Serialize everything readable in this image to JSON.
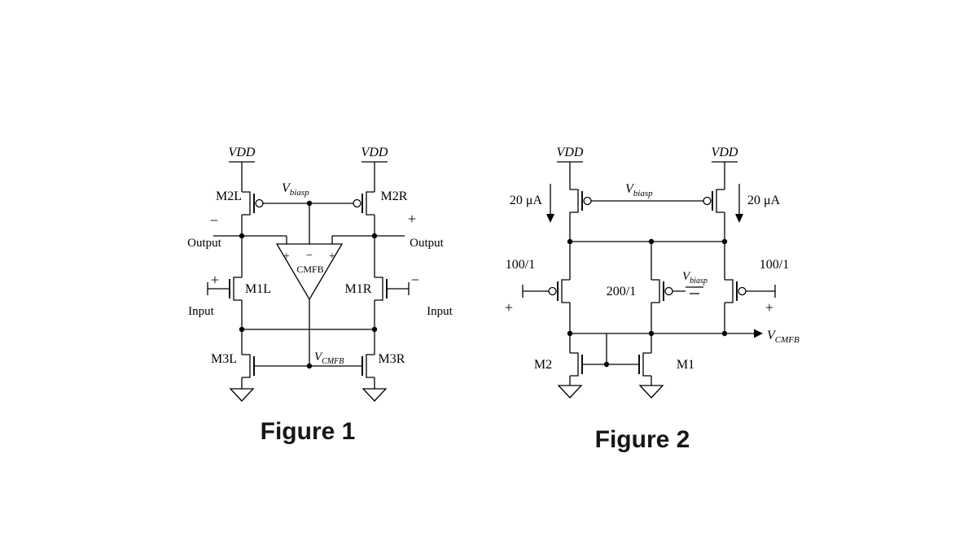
{
  "colors": {
    "ink": "#000000",
    "caption": "#161616",
    "background": "#ffffff"
  },
  "figure1": {
    "caption": "Figure 1",
    "vdd_left": "VDD",
    "vdd_right": "VDD",
    "vbiasp": {
      "base": "V",
      "sub": "biasp"
    },
    "vcmfb": {
      "base": "V",
      "sub": "CMFB"
    },
    "transistors": {
      "m2l": "M2L",
      "m2r": "M2R",
      "m1l": "M1L",
      "m1r": "M1R",
      "m3l": "M3L",
      "m3r": "M3R"
    },
    "cmfb_amp": {
      "label": "CMFB",
      "input_left": "+",
      "input_mid": "−",
      "input_right": "+"
    },
    "output_left": {
      "sign": "−",
      "label": "Output"
    },
    "output_right": {
      "sign": "+",
      "label": "Output"
    },
    "input_left": {
      "sign": "+",
      "label": "Input"
    },
    "input_right": {
      "sign": "−",
      "label": "Input"
    }
  },
  "figure2": {
    "caption": "Figure 2",
    "vdd_left": "VDD",
    "vdd_right": "VDD",
    "current_left": "20 μA",
    "current_right": "20 μA",
    "vbiasp_top": {
      "base": "V",
      "sub": "biasp"
    },
    "vbiasp_ref": {
      "base": "V",
      "sub": "biasp"
    },
    "vcmfb": {
      "base": "V",
      "sub": "CMFB"
    },
    "sizes": {
      "left": "100/1",
      "middle": "200/1",
      "right": "100/1"
    },
    "inputs": {
      "left": "+",
      "right": "+"
    },
    "transistors": {
      "m2": "M2",
      "m1": "M1"
    }
  }
}
